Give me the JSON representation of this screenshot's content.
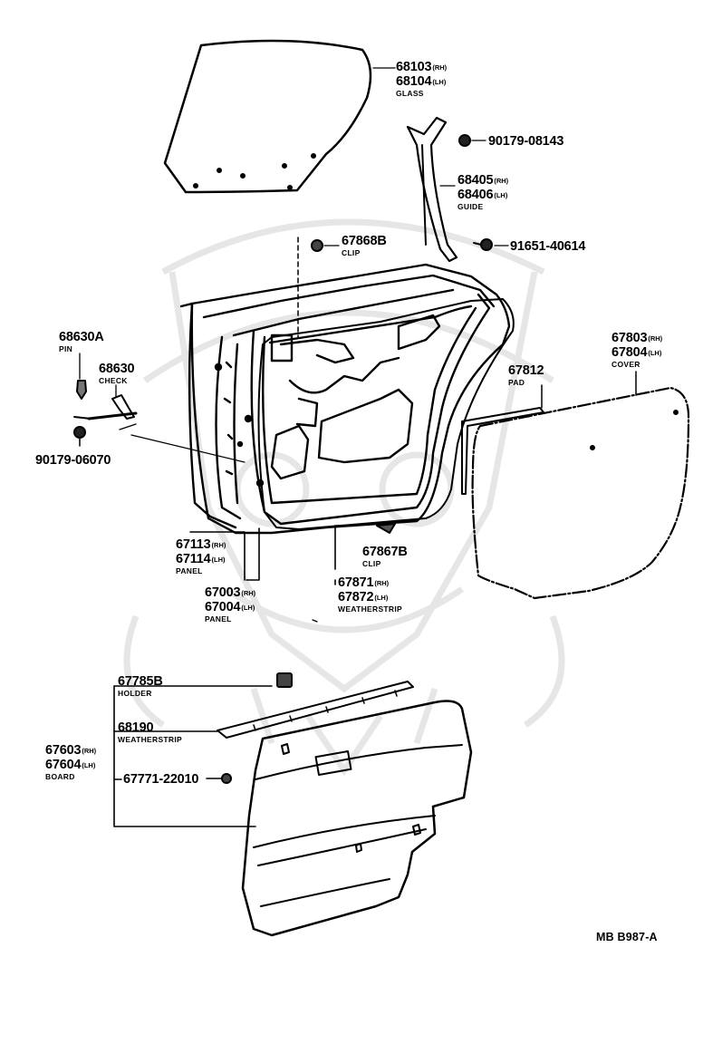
{
  "diagram": {
    "reference": "MB B987-A",
    "watermark": "samurai-helmet-watermark",
    "callouts": [
      {
        "id": "glass",
        "parts": [
          {
            "no": "68103",
            "side": "(RH)"
          },
          {
            "no": "68104",
            "side": "(LH)"
          }
        ],
        "name": "GLASS"
      },
      {
        "id": "bolt-top",
        "parts": [
          {
            "no": "90179-08143",
            "side": ""
          }
        ],
        "name": ""
      },
      {
        "id": "guide",
        "parts": [
          {
            "no": "68405",
            "side": "(RH)"
          },
          {
            "no": "68406",
            "side": "(LH)"
          }
        ],
        "name": "GUIDE"
      },
      {
        "id": "clip-top",
        "parts": [
          {
            "no": "67868B",
            "side": ""
          }
        ],
        "name": "CLIP"
      },
      {
        "id": "bolt-guide",
        "parts": [
          {
            "no": "91651-40614",
            "side": ""
          }
        ],
        "name": ""
      },
      {
        "id": "pin",
        "parts": [
          {
            "no": "68630A",
            "side": ""
          }
        ],
        "name": "PIN"
      },
      {
        "id": "check",
        "parts": [
          {
            "no": "68630",
            "side": ""
          }
        ],
        "name": "CHECK"
      },
      {
        "id": "bolt-check",
        "parts": [
          {
            "no": "90179-06070",
            "side": ""
          }
        ],
        "name": ""
      },
      {
        "id": "cover",
        "parts": [
          {
            "no": "67803",
            "side": "(RH)"
          },
          {
            "no": "67804",
            "side": "(LH)"
          }
        ],
        "name": "COVER"
      },
      {
        "id": "pad",
        "parts": [
          {
            "no": "67812",
            "side": ""
          }
        ],
        "name": "PAD"
      },
      {
        "id": "panel-inner",
        "parts": [
          {
            "no": "67113",
            "side": "(RH)"
          },
          {
            "no": "67114",
            "side": "(LH)"
          }
        ],
        "name": "PANEL"
      },
      {
        "id": "clip-bottom",
        "parts": [
          {
            "no": "67867B",
            "side": ""
          }
        ],
        "name": "CLIP"
      },
      {
        "id": "panel",
        "parts": [
          {
            "no": "67003",
            "side": "(RH)"
          },
          {
            "no": "67004",
            "side": "(LH)"
          }
        ],
        "name": "PANEL"
      },
      {
        "id": "weatherstrip-door",
        "parts": [
          {
            "no": "67871",
            "side": "(RH)"
          },
          {
            "no": "67872",
            "side": "(LH)"
          }
        ],
        "name": "WEATHERSTRIP"
      },
      {
        "id": "holder",
        "parts": [
          {
            "no": "67785B",
            "side": ""
          }
        ],
        "name": "HOLDER"
      },
      {
        "id": "weatherstrip-belt",
        "parts": [
          {
            "no": "68190",
            "side": ""
          }
        ],
        "name": "WEATHERSTRIP"
      },
      {
        "id": "board",
        "parts": [
          {
            "no": "67603",
            "side": "(RH)"
          },
          {
            "no": "67604",
            "side": "(LH)"
          }
        ],
        "name": "BOARD"
      },
      {
        "id": "clip-board",
        "parts": [
          {
            "no": "67771-22010",
            "side": ""
          }
        ],
        "name": ""
      }
    ]
  }
}
